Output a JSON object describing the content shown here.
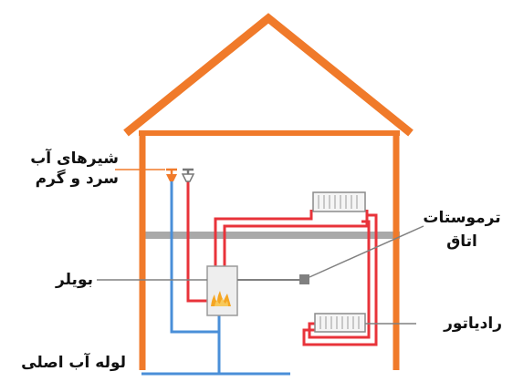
{
  "labels": {
    "faucets_line1": "شیرهای آب",
    "faucets_line2": "سرد و گرم",
    "thermostat_line1": "ترموستات",
    "thermostat_line2": "اتاق",
    "boiler": "بویلر",
    "radiator": "رادیاتور",
    "main_pipe": "لوله آب اصلی"
  },
  "colors": {
    "house": "#f07a2a",
    "hot_pipe": "#e8333a",
    "cold_pipe": "#4a8fd8",
    "floor": "#a9a9a9",
    "leader": "#808080",
    "flame": "#f5a623"
  }
}
